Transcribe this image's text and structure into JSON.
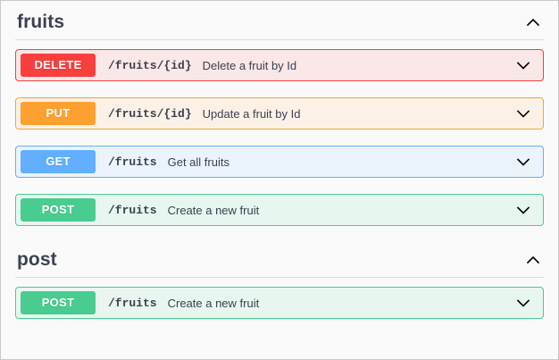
{
  "window": {
    "background": "#fafafa",
    "border_color": "#c9c9c9"
  },
  "icons": {
    "collapse": "chevron-up-icon",
    "expand": "chevron-down-icon"
  },
  "method_colors": {
    "DELETE": "#f93e3e",
    "PUT": "#fca130",
    "GET": "#61affe",
    "POST": "#49cc90"
  },
  "sections": [
    {
      "title": "fruits",
      "expanded": true,
      "toggle_icon": "chevron-up-icon",
      "operations": [
        {
          "method": "DELETE",
          "path": "/fruits/{id}",
          "summary": "Delete a fruit by Id",
          "expand_icon": "chevron-down-icon"
        },
        {
          "method": "PUT",
          "path": "/fruits/{id}",
          "summary": "Update a fruit by Id",
          "expand_icon": "chevron-down-icon"
        },
        {
          "method": "GET",
          "path": "/fruits",
          "summary": "Get all fruits",
          "expand_icon": "chevron-down-icon"
        },
        {
          "method": "POST",
          "path": "/fruits",
          "summary": "Create a new fruit",
          "expand_icon": "chevron-down-icon"
        }
      ]
    },
    {
      "title": "post",
      "expanded": true,
      "toggle_icon": "chevron-up-icon",
      "operations": [
        {
          "method": "POST",
          "path": "/fruits",
          "summary": "Create a new fruit",
          "expand_icon": "chevron-down-icon"
        }
      ]
    }
  ]
}
